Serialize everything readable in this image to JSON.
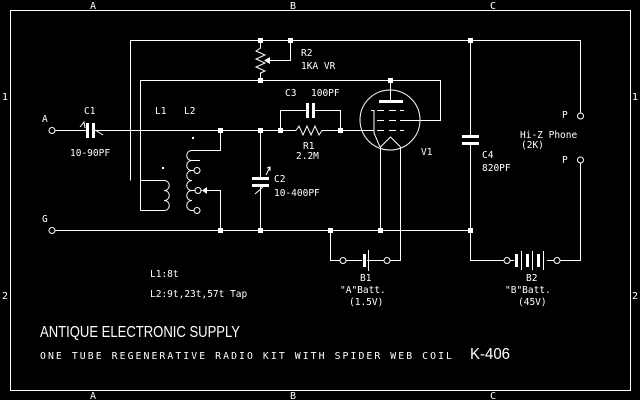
{
  "border": {
    "columns": [
      "A",
      "B",
      "C"
    ],
    "rows": [
      "1",
      "2"
    ]
  },
  "terminals": {
    "antenna": "A",
    "ground": "G",
    "phone_top": "P",
    "phone_bottom": "P"
  },
  "components": {
    "c1": {
      "ref": "C1",
      "value": "10-90PF"
    },
    "c2": {
      "ref": "C2",
      "value": "10-400PF"
    },
    "c3": {
      "ref": "C3",
      "value": "100PF"
    },
    "c4": {
      "ref": "C4",
      "value": "820PF"
    },
    "r1": {
      "ref": "R1",
      "value": "2.2M"
    },
    "r2": {
      "ref": "R2",
      "value": "1KA VR"
    },
    "l1": {
      "ref": "L1"
    },
    "l2": {
      "ref": "L2"
    },
    "v1": {
      "ref": "V1"
    },
    "b1": {
      "ref": "B1",
      "name": "\"A\"Batt.",
      "value": "(1.5V)"
    },
    "b2": {
      "ref": "B2",
      "name": "\"B\"Batt.",
      "value": "(45V)"
    },
    "phone": {
      "name": "Hi-Z Phone",
      "value": "(2K)"
    }
  },
  "notes": {
    "l1": "L1:8t",
    "l2": "L2:9t,23t,57t Tap"
  },
  "title_block": {
    "company": "ANTIQUE ELECTRONIC SUPPLY",
    "description": "ONE TUBE REGENERATIVE RADIO KIT WITH SPIDER WEB COIL",
    "part_number": "K-406"
  }
}
